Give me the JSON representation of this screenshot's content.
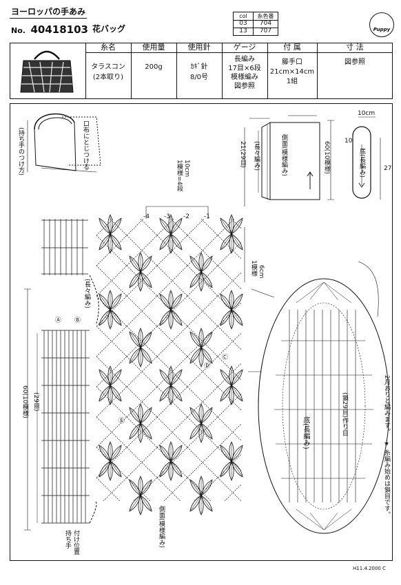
{
  "header": {
    "series": "ヨーロッパの手あみ",
    "no_label": "No.",
    "no_value": "40418103",
    "title": "花バッグ",
    "color_table": {
      "col_label": "col",
      "num_label": "糸色番",
      "rows": [
        [
          "03",
          "704"
        ],
        [
          "13",
          "707"
        ]
      ]
    },
    "logo_text": "Puppy"
  },
  "spec_table": {
    "headers": [
      "糸名",
      "使用量",
      "使用針",
      "ゲージ",
      "付 属",
      "寸 法"
    ],
    "values": [
      [
        "タラスコン",
        "(2本取り)"
      ],
      [
        "200g"
      ],
      [
        "ｶｷﾞ針",
        "8/0号"
      ],
      [
        "長編み",
        "17目×6段",
        "模様編み",
        "図参照"
      ],
      [
        "籐手口",
        "21cm×14cm",
        "1組"
      ],
      [
        "図参照"
      ]
    ]
  },
  "diagram": {
    "handle_note": "口布にとじつける",
    "handle_pos": "(持ち手のつけ方)",
    "side_label": "側面(模様編み)",
    "side_count": "21(29目)",
    "side_width": "60(10模様)",
    "sewing": "(長々編み)",
    "bottom_label": "底(長編み)",
    "bottom_count": "10",
    "bottom_width": "27",
    "bottom_height": "10cm",
    "pattern_note_1": "1模様=4段",
    "pattern_note_2": "10cm",
    "pattern_note_3": "1模様",
    "pattern_note_4": "6cm",
    "side_label_2": "(長々編み)",
    "left_width": "60(10模様)",
    "left_count": "(29目)",
    "base_note": "底(長編み)",
    "base_count": "(鎖29目)作り目",
    "vertical_note_1": "持ち手",
    "vertical_note_2": "付け位置",
    "bottom_side_label": "側面(模様編み)",
    "right_note_1": "★ 糸編み始めは鎖目です。",
    "right_note_2": "2月おりと編みます。",
    "circ_a": "Ⓐ",
    "circ_b": "Ⓑ",
    "circ_c": "Ⓒ",
    "circ_d": "Ⓓ",
    "circ_e": "Ⓔ",
    "row_nums": [
      "-4",
      "-3",
      "-2",
      "-1"
    ]
  },
  "footer": {
    "code": "H11.4.2000 C"
  }
}
